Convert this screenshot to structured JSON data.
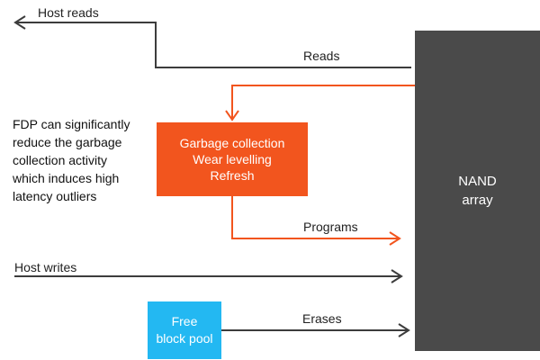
{
  "colors": {
    "orange": "#F2551E",
    "nand_gray": "#4A4A4A",
    "free_block_cyan": "#23B8F2",
    "line_dark": "#3C3C3C"
  },
  "labels": {
    "host_reads": "Host reads",
    "reads": "Reads",
    "programs": "Programs",
    "host_writes": "Host writes",
    "erases": "Erases"
  },
  "note": {
    "lines": [
      "FDP can significantly",
      "reduce the garbage",
      "collection activity",
      "which induces high",
      "latency outliers"
    ]
  },
  "gc_box": {
    "lines": [
      "Garbage collection",
      "Wear levelling",
      "Refresh"
    ]
  },
  "free_box": {
    "lines": [
      "Free",
      "block pool"
    ]
  },
  "nand": {
    "lines": [
      "NAND",
      "array"
    ]
  }
}
